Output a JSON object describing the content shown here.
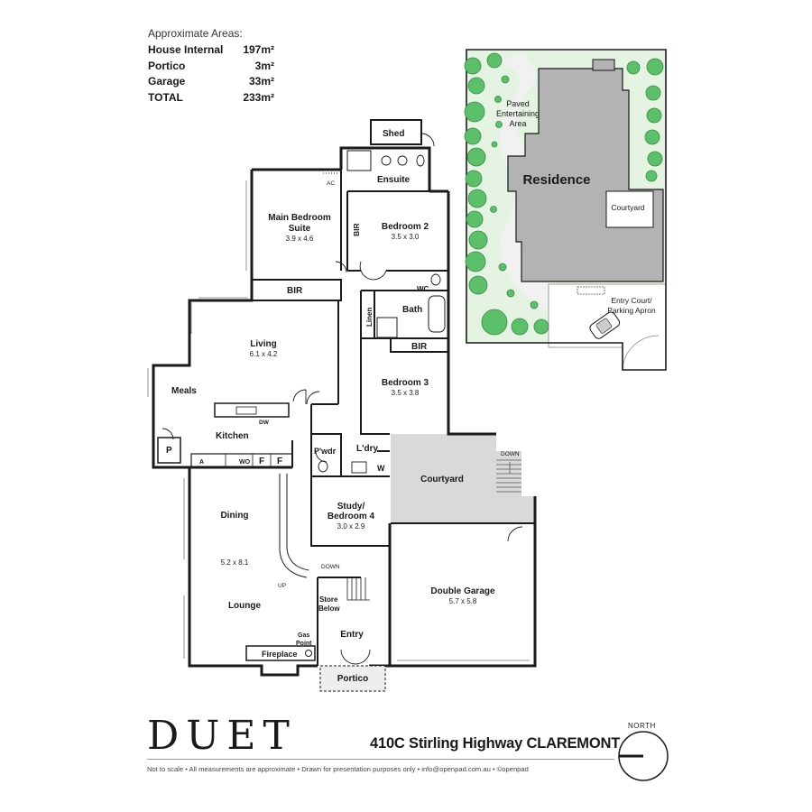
{
  "areas": {
    "heading": "Approximate Areas:",
    "rows": [
      {
        "label": "House Internal",
        "value": "197m²"
      },
      {
        "label": "Portico",
        "value": "3m²"
      },
      {
        "label": "Garage",
        "value": "33m²"
      },
      {
        "label": "TOTAL",
        "value": "233m²"
      }
    ]
  },
  "rooms": {
    "shed": "Shed",
    "ensuite": "Ensuite",
    "ac": "AC",
    "main_bed": "Main Bedroom",
    "main_bed_2": "Suite",
    "main_bed_dim": "3.9 x 4.6",
    "bir": "BIR",
    "bedroom2": "Bedroom 2",
    "bedroom2_dim": "3.5 x 3.0",
    "wc": "WC",
    "linen": "Linen",
    "bath": "Bath",
    "living": "Living",
    "living_dim": "6.1 x 4.2",
    "meals": "Meals",
    "dw": "DW",
    "kitchen": "Kitchen",
    "pantry": "P",
    "a": "A",
    "wo": "WO",
    "f": "F",
    "bedroom3": "Bedroom 3",
    "bedroom3_dim": "3.5 x 3.8",
    "pwdr": "P'wdr",
    "ldry": "L'dry",
    "w": "W",
    "courtyard": "Courtyard",
    "down": "DOWN",
    "dining": "Dining",
    "dining_dim": "5.2 x 8.1",
    "study": "Study/",
    "study_2": "Bedroom 4",
    "study_dim": "3.0 x 2.9",
    "up": "UP",
    "store": "Store",
    "store_2": "Below",
    "lounge": "Lounge",
    "gas": "Gas",
    "gas_2": "Point",
    "fireplace": "Fireplace",
    "entry": "Entry",
    "portico": "Portico",
    "garage": "Double Garage",
    "garage_dim": "5.7 x 5.8"
  },
  "site": {
    "paved": "Paved",
    "paved_2": "Entertaining",
    "paved_3": "Area",
    "residence": "Residence",
    "courtyard": "Courtyard",
    "entry_court": "Entry Court/",
    "entry_court_2": "Parking Apron"
  },
  "brand": "DUET",
  "address": "410C Stirling Highway CLAREMONT",
  "north": "NORTH",
  "footer": "Not to scale  •  All measurements are approximate  •  Drawn for presentation purposes only  •  info@openpad.com.au  •  ©openpad",
  "colors": {
    "wall": "#1a1a1a",
    "courtyard": "#d9d9d9",
    "residence": "#b3b3b3",
    "tree": "#5cc06a",
    "lawn": "#e4f3e2"
  }
}
